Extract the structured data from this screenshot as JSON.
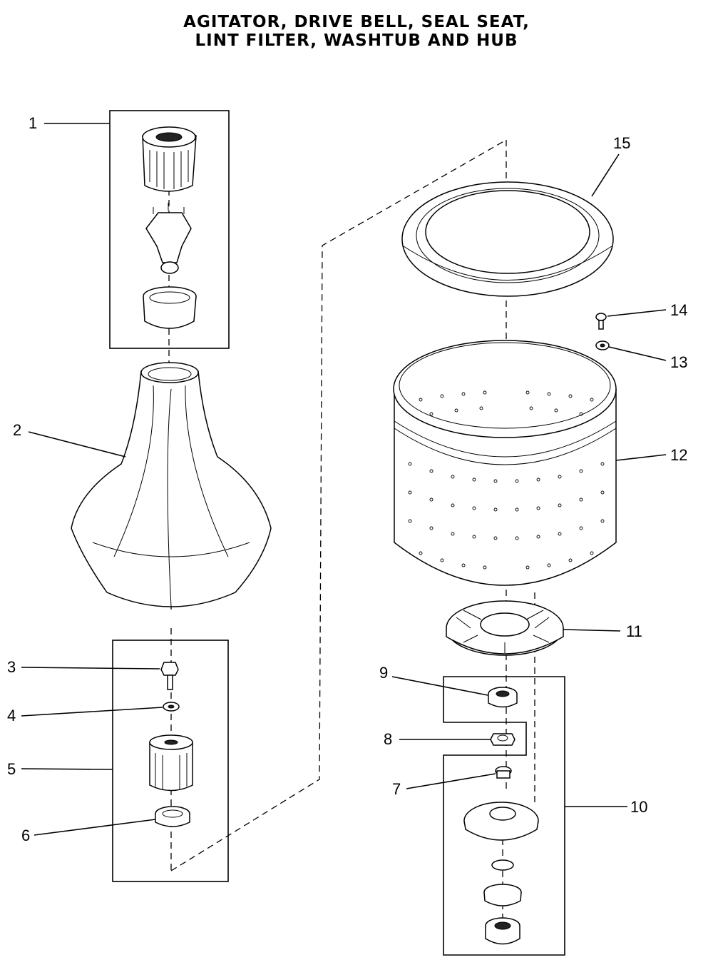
{
  "title": {
    "line1": "AGITATOR, DRIVE BELL, SEAL SEAT,",
    "line2": "LINT FILTER, WASHTUB AND HUB"
  },
  "callouts": [
    {
      "id": "callout-1",
      "label": "1"
    },
    {
      "id": "callout-2",
      "label": "2"
    },
    {
      "id": "callout-3",
      "label": "3"
    },
    {
      "id": "callout-4",
      "label": "4"
    },
    {
      "id": "callout-5",
      "label": "5"
    },
    {
      "id": "callout-6",
      "label": "6"
    },
    {
      "id": "callout-7",
      "label": "7"
    },
    {
      "id": "callout-8",
      "label": "8"
    },
    {
      "id": "callout-9",
      "label": "9"
    },
    {
      "id": "callout-10",
      "label": "10"
    },
    {
      "id": "callout-11",
      "label": "11"
    },
    {
      "id": "callout-12",
      "label": "12"
    },
    {
      "id": "callout-13",
      "label": "13"
    },
    {
      "id": "callout-14",
      "label": "14"
    },
    {
      "id": "callout-15",
      "label": "15"
    }
  ]
}
